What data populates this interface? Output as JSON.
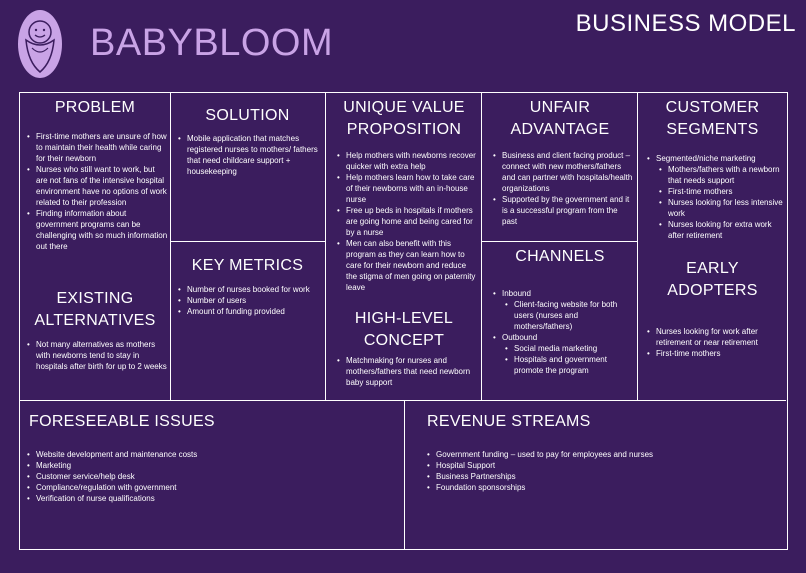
{
  "brand": "BABYBLOOM",
  "page_title": "BUSINESS MODEL",
  "problem": {
    "title": "PROBLEM",
    "items": [
      "First-time mothers are unsure of how to maintain their health while caring for their newborn",
      "Nurses who still want to work, but are not fans of the intensive hospital environment have no options of work related to their profession",
      "Finding information about government programs can be challenging with so much information out there"
    ]
  },
  "existing_alternatives": {
    "title_line1": "EXISTING",
    "title_line2": "ALTERNATIVES",
    "items": [
      "Not many alternatives as mothers with newborns tend to stay in hospitals after birth for up to 2 weeks"
    ]
  },
  "solution": {
    "title": "SOLUTION",
    "items": [
      "Mobile application that matches registered nurses to mothers/ fathers that need childcare support + housekeeping"
    ]
  },
  "key_metrics": {
    "title": "KEY METRICS",
    "items": [
      "Number of nurses booked for work",
      "Number of users",
      "Amount of funding provided"
    ]
  },
  "uvp": {
    "title_line1": "UNIQUE VALUE",
    "title_line2": "PROPOSITION",
    "items": [
      "Help mothers with newborns recover quicker with extra help",
      "Help mothers learn how to take care of their newborns with an in-house nurse",
      "Free up beds in hospitals if mothers are going home and being cared for by a nurse",
      "Men can also benefit with this program as they can learn how to care for their newborn and reduce the stigma of men going on paternity leave"
    ]
  },
  "high_level_concept": {
    "title_line1": "HIGH-LEVEL",
    "title_line2": "CONCEPT",
    "items": [
      "Matchmaking for nurses and mothers/fathers that need newborn baby support"
    ]
  },
  "unfair_advantage": {
    "title_line1": "UNFAIR",
    "title_line2": "ADVANTAGE",
    "items": [
      "Business and client facing product – connect with new mothers/fathers and can partner with hospitals/health organizations",
      "Supported by the government and it is a successful program from the past"
    ]
  },
  "channels": {
    "title": "CHANNELS",
    "inbound_label": "Inbound",
    "inbound_items": [
      "Client-facing website for both users (nurses and mothers/fathers)"
    ],
    "outbound_label": "Outbound",
    "outbound_items": [
      "Social media marketing",
      "Hospitals and government promote the program"
    ]
  },
  "customer_segments": {
    "title_line1": "CUSTOMER",
    "title_line2": "SEGMENTS",
    "lead": "Segmented/niche marketing",
    "items": [
      "Mothers/fathers with a newborn that needs support",
      "First-time mothers",
      "Nurses looking for less intensive work",
      "Nurses looking for extra work after retirement"
    ]
  },
  "early_adopters": {
    "title_line1": "EARLY",
    "title_line2": "ADOPTERS",
    "items": [
      "Nurses looking for work after retirement or near retirement",
      "First-time mothers"
    ]
  },
  "foreseeable_issues": {
    "title": "FORESEEABLE ISSUES",
    "items": [
      "Website development and maintenance costs",
      "Marketing",
      "Customer service/help desk",
      "Compliance/regulation with government",
      "Verification of nurse qualifications"
    ]
  },
  "revenue_streams": {
    "title": "REVENUE STREAMS",
    "items": [
      "Government funding – used to pay for employees and nurses",
      "Hospital Support",
      "Business Partnerships",
      "Foundation sponsorships"
    ]
  },
  "colors": {
    "background": "#3b1d5e",
    "accent": "#c9a3e6",
    "text": "#ffffff"
  }
}
